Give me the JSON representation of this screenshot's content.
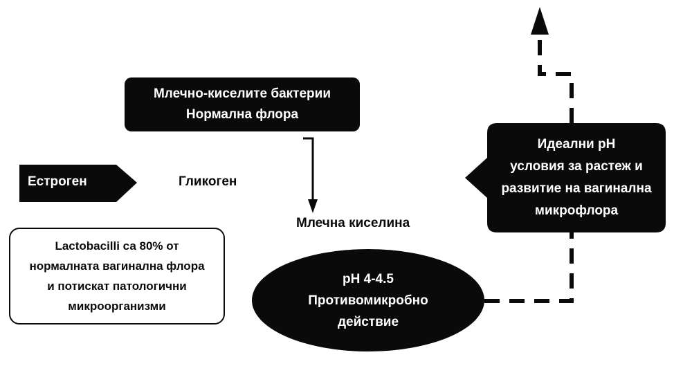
{
  "diagram": {
    "bacteria_box": {
      "line1": "Млечно-киселите бактерии",
      "line2": "Нормална флора"
    },
    "estrogen_label": "Естроген",
    "glycogen_label": "Гликоген",
    "lactic_acid_label": "Млечна киселина",
    "lactobacilli_note": {
      "line1": "Lactobacilli са 80% от",
      "line2": "нормалната вагинална флора",
      "line3": "и потискат патологични",
      "line4": "микроорганизми"
    },
    "ph_ellipse": {
      "line1": "pH 4-4.5",
      "line2": "Противомикробно",
      "line3": "действие"
    },
    "ideal_ph_box": {
      "line1": "Идеални pH",
      "line2": "условия за растеж и",
      "line3": "развитие на вагинална",
      "line4": "микрофлора"
    },
    "colors": {
      "fill": "#0a0a0a",
      "text_on_fill": "#ffffff",
      "background": "#ffffff"
    }
  }
}
